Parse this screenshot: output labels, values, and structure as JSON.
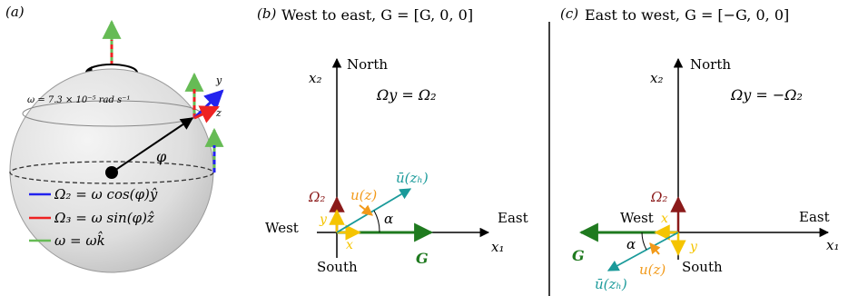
{
  "panel_a": {
    "tag": "(a)",
    "omega_value": "ω = 7.3 × 10⁻⁵ rad s⁻¹",
    "angle_label": "φ",
    "axis_label_y": "y",
    "axis_label_z": "z",
    "legend": [
      {
        "text": "Ω₂ = ω cos(φ)ŷ",
        "color": "#2222ee"
      },
      {
        "text": "Ω₃ = ω sin(φ)ẑ",
        "color": "#ee2222"
      },
      {
        "text": "ω = ωk̂",
        "color": "#66bb55"
      }
    ]
  },
  "panel_b": {
    "tag": "(b)",
    "title": "West to east, G = [G, 0, 0]",
    "north": "North",
    "south": "South",
    "east": "East",
    "west": "West",
    "x1": "x₁",
    "x2": "x₂",
    "omega_relation": "Ωy = Ω₂",
    "omega2": "Ω₂",
    "u": "u(z)",
    "ubar": "ū(zₕ)",
    "alpha": "α",
    "x": "x",
    "y": "y",
    "G": "G"
  },
  "panel_c": {
    "tag": "(c)",
    "title": "East to west, G = [−G, 0, 0]",
    "north": "North",
    "south": "South",
    "east": "East",
    "west": "West",
    "x1": "x₁",
    "x2": "x₂",
    "omega_relation": "Ωy = −Ω₂",
    "omega2": "Ω₂",
    "u": "u(z)",
    "ubar": "ū(zₕ)",
    "alpha": "α",
    "x": "x",
    "y": "y",
    "G": "G"
  },
  "colors": {
    "blue": "#2222ee",
    "red": "#ee2222",
    "light_green": "#66bb55",
    "dark_red": "#8b1a1a",
    "yellow": "#f5c400",
    "orange": "#f29a1a",
    "teal": "#1a9a9a",
    "dark_green": "#1f7a1f"
  }
}
